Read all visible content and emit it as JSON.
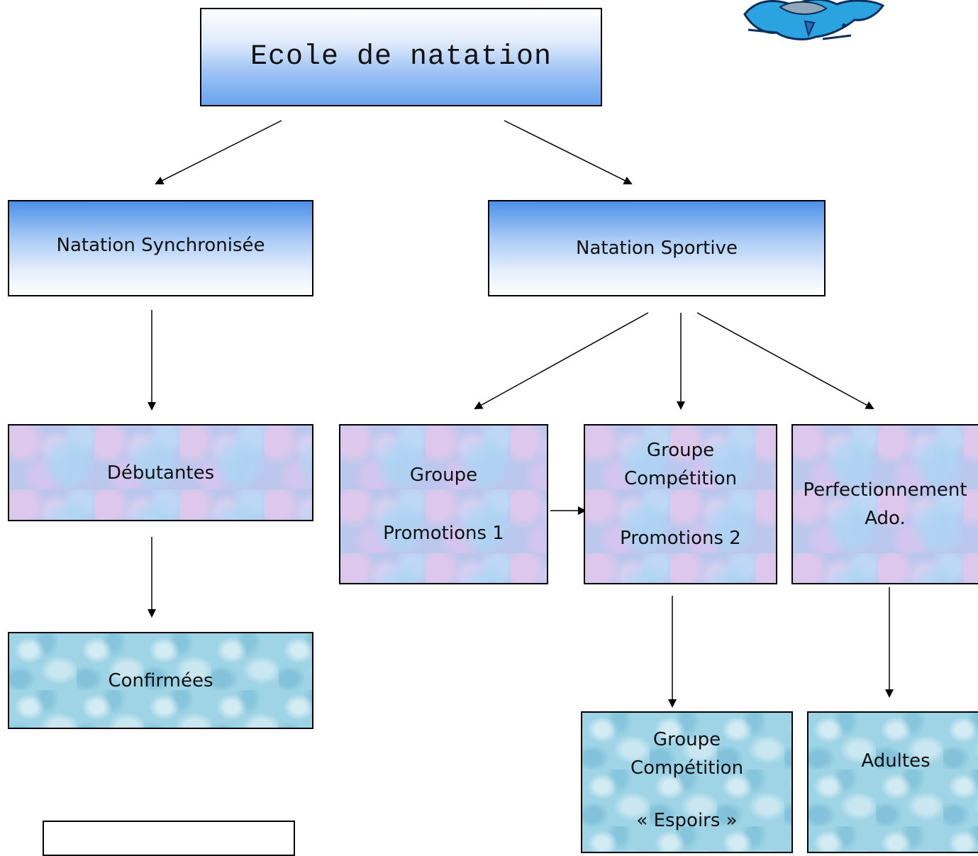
{
  "root": {
    "label": "Ecole de natation"
  },
  "branches": {
    "synchro": {
      "label": "Natation Synchronisée"
    },
    "sportive": {
      "label": "Natation Sportive"
    }
  },
  "synchro_levels": {
    "debutantes": {
      "label": "Débutantes"
    },
    "confirmees": {
      "label": "Confirmées"
    }
  },
  "sportive_groups": {
    "promo1": {
      "line1": "Groupe",
      "line2": "Promotions 1"
    },
    "promo2": {
      "line1": "Groupe",
      "line2": "Compétition",
      "line3": "Promotions 2"
    },
    "perf": {
      "line1": "Perfectionnement",
      "line2": "Ado."
    },
    "espoirs": {
      "line1": "Groupe",
      "line2": "Compétition",
      "line3": "« Espoirs »"
    },
    "adultes": {
      "label": "Adultes"
    }
  },
  "logo": {
    "icon": "swimmer-splash-icon",
    "color": "#2aa3e0"
  }
}
